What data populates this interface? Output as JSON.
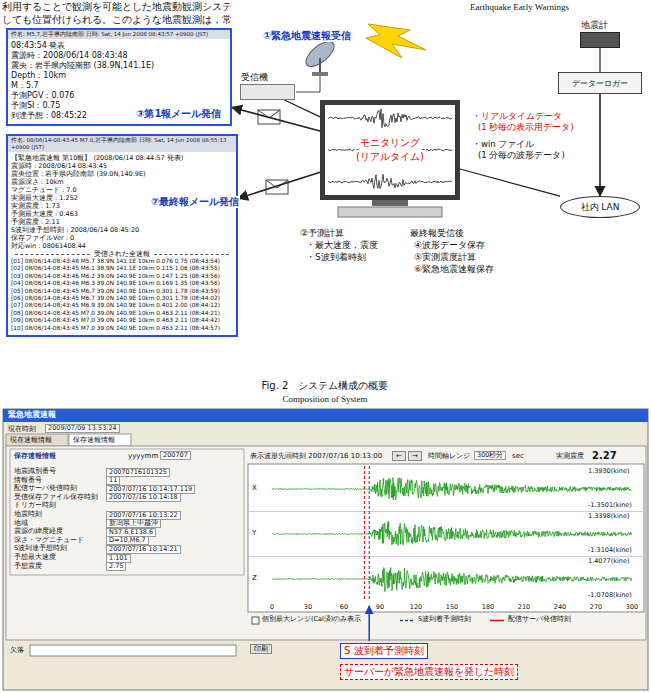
{
  "diagram": {
    "caption": "Fig. 2　システム構成の概要",
    "nodes": [
      {
        "text": [
          "件名: M5.7,岩手県内陸南部 日時: Sat, 14 Jun 2008 08:43:57 +0900 (JST)",
          "08:43:54 発表",
          "震源時：2008/06/14 08:43:48",
          "震央：岩手県内陸南部 (38.9N,141.1E)",
          "Depth：10km",
          "M：5.7",
          "予測PGV：0.076",
          "予測SI：0.75",
          "到達予想：08:45:22"
        ]
      },
      {
        "text": [
          "件名: 08/06/14-08:43:45 M7.0,岩手県内陸南部 日時: Sat, 14 Jun 2008 08:55:13 +0900 (JST)",
          "【緊急地震速報 第10報】 (2008/06/14 08:44:57 発表)",
          "震源時 : 2008/06/14 08:43:45",
          "震央位置 : 岩手県内陸南部 (39.0N,140.9E)",
          "震源深さ : 10km",
          "マグニチュード : 7.0",
          "実測最大速度 : 1.252",
          "実測震度 : 1.73",
          "予測最大速度 : 0.463",
          "予測震度 : 2.11",
          "S波到達予想時刻 : 2008/06/14 08:45:20",
          "保存ファイルVer : 0",
          "対応win : 08061408.44",
          "受信された全速報",
          "[01] 08/06/14-08:43:48 M5.7 38.9N 141.1E 10km 0.076 0.75 (08:43:54)",
          "[02] 08/06/14-08:43:45 M6.1 38.9N 141.1E 10km 0.115 1.06 (08:43:55)",
          "[03] 08/06/14-08:43:46 M6.2 39.0N 140.9E 10km 0.147 1.25 (08:43:56)",
          "[04] 08/06/14-08:43:46 M6.3 39.0N 140.9E 10km 0.169 1.35 (08:43:56)",
          "[05] 08/06/14-08:43:45 M6.7 39.0N 140.9E 10km 0.301 1.78 (08:43:59)",
          "[06] 08/06/14-08:43:45 M6.7 39.0N 140.9E 10km 0.301 1.78 (08:44:02)",
          "[07] 08/06/14-08:43:45 M6.9 39.0N 140.9E 10km 0.401 2.00 (08:44:12)",
          "[08] 08/06/14-08:43:45 M7.0 39.0N 140.9E 10km 0.463 2.11 (08:44:21)",
          "[09] 08/06/14-08:43:45 M7.0 39.0N 140.9E 10km 0.463 2.11 (08:44:42)",
          "[10] 08/06/14-08:43:45 M7.0 39.0N 140.9E 10km 0.463 2.11 (08:44:57)"
        ]
      },
      {
        "text": [
          "受信機"
        ]
      },
      {
        "text": [
          "モニタリング",
          "(リアルタイム)"
        ]
      },
      {
        "text": [
          "地震計"
        ]
      },
      {
        "text": [
          "データーロガー"
        ]
      },
      {
        "text": [
          "社内 LAN"
        ]
      }
    ],
    "edges": [
      {
        "from": 4,
        "to": 5,
        "arrow": "none"
      },
      {
        "from": 5,
        "to": 6,
        "arrow": "to"
      },
      {
        "from": 6,
        "to": 3,
        "arrow": "none"
      },
      {
        "from": 2,
        "to": 3,
        "arrow": "none"
      },
      {
        "from": 3,
        "to": 0,
        "arrow": "to"
      },
      {
        "from": 3,
        "to": 1,
        "arrow": "to"
      }
    ],
    "labels": [
      "利用することで観測を可能とした地震動観測システ",
      "しても位置付けられる。このような地震観測は，常",
      "Earthquake Early Warnings",
      "③第1報メール発信",
      "⑦最終報メール発信",
      "①緊急地震速報受信",
      "・リアルタイムデータ",
      "(1 秒毎の表示用データ)",
      "・win ファイル",
      "(1 分毎の波形データ)",
      "②予測計算",
      "・最大速度，震度",
      "・S波到着時刻",
      "最終報受信後",
      "④波形データ保存",
      "⑤実測震度計算",
      "⑥緊急地震速報保存",
      "Composition of System",
      "緊急地震速報",
      "現在時刻",
      "2009/07/09 13:53:24",
      "現在速報情報",
      "保存速報情報",
      "保存速報情報",
      "yyyymm",
      "200707",
      "地震識別番号",
      "情報番号",
      "配信サーバ発信時刻",
      "受信保存ファイル保存時刻",
      "トリガー時刻",
      "地震時刻",
      "地域",
      "震源の緯度経度",
      "深さ・マグニチュード",
      "S波到達予想時刻",
      "予想最大速度",
      "予想震度",
      "20070716101325",
      "11",
      "2007/07/16 10:14:17.119",
      "2007/07/16 10:14:18",
      "2007/07/16 10:13:22",
      "新潟県上中越沖",
      "N37.6,E138.6",
      "D=10,M6.7",
      "2007/07/16 10:14:21",
      "1.101",
      "2.75",
      "表示波形先頭時刻 2007/07/16 10:13:00",
      "←",
      "→",
      "時間軸レンジ",
      "300秒分",
      "sec",
      "実測震度",
      "2.27",
      "X",
      "Y",
      "Z",
      "1.3930(kine)",
      "-1.3501(kine)",
      "1.3398(kine)",
      "-1.3104(kine)",
      "1.4077(kine)",
      "-1.0708(kine)",
      "0",
      "30",
      "60",
      "90",
      "120",
      "150",
      "180",
      "210",
      "240",
      "270",
      "300",
      "個別最大レンジ(Cal済)のみ表示",
      "S波到着予測時刻",
      "配信サーバ発信時刻",
      "S 波到着予測時刻",
      "サーバーが緊急地震速報を発した時刻",
      "欠落",
      "印刷"
    ]
  }
}
